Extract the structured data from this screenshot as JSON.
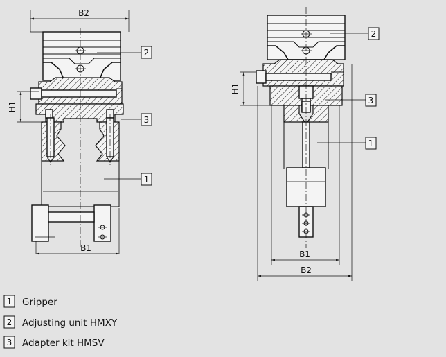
{
  "dimensions": {
    "b1_left": "B1",
    "b2_left": "B2",
    "h1_left": "H1",
    "b1_right": "B1",
    "b2_right": "B2",
    "h1_right": "H1"
  },
  "callouts": {
    "left_2": "2",
    "left_3": "3",
    "left_1": "1",
    "right_2": "2",
    "right_3": "3",
    "right_1": "1"
  },
  "legend": [
    {
      "number": "1",
      "label": "Gripper"
    },
    {
      "number": "2",
      "label": "Adjusting unit HMXY"
    },
    {
      "number": "3",
      "label": "Adapter kit HMSV"
    }
  ]
}
